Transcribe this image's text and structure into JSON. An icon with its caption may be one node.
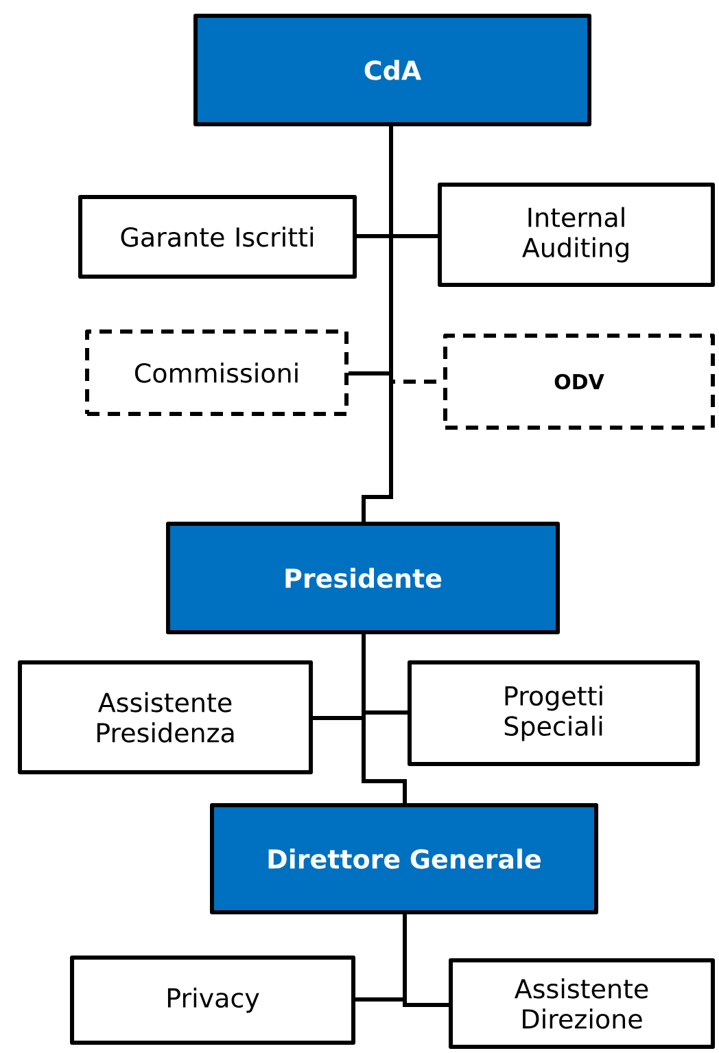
{
  "diagram": {
    "nodes": [
      {
        "text": [
          "CdA"
        ]
      },
      {
        "text": [
          "Garante Iscritti"
        ]
      },
      {
        "text": [
          "Internal Auditing"
        ]
      },
      {
        "text": [
          "Commissioni"
        ]
      },
      {
        "text": [
          "ODV"
        ]
      },
      {
        "text": [
          "Presidente"
        ]
      },
      {
        "text": [
          "Assistente Presidenza"
        ]
      },
      {
        "text": [
          "Progetti Speciali"
        ]
      },
      {
        "text": [
          "Direttore Generale"
        ]
      },
      {
        "text": [
          "Privacy"
        ]
      },
      {
        "text": [
          "Assistente Direzione"
        ]
      }
    ],
    "edges": [
      {
        "from": 0,
        "to": 1,
        "arrow": "none"
      },
      {
        "from": 0,
        "to": 2,
        "arrow": "none"
      },
      {
        "from": 0,
        "to": 3,
        "arrow": "none"
      },
      {
        "from": 0,
        "to": 4,
        "arrow": "none",
        "style": "dashed"
      },
      {
        "from": 0,
        "to": 5,
        "arrow": "none"
      },
      {
        "from": 5,
        "to": 6,
        "arrow": "none"
      },
      {
        "from": 5,
        "to": 7,
        "arrow": "none"
      },
      {
        "from": 5,
        "to": 8,
        "arrow": "none"
      },
      {
        "from": 8,
        "to": 9,
        "arrow": "none"
      },
      {
        "from": 8,
        "to": 10,
        "arrow": "none"
      }
    ]
  }
}
